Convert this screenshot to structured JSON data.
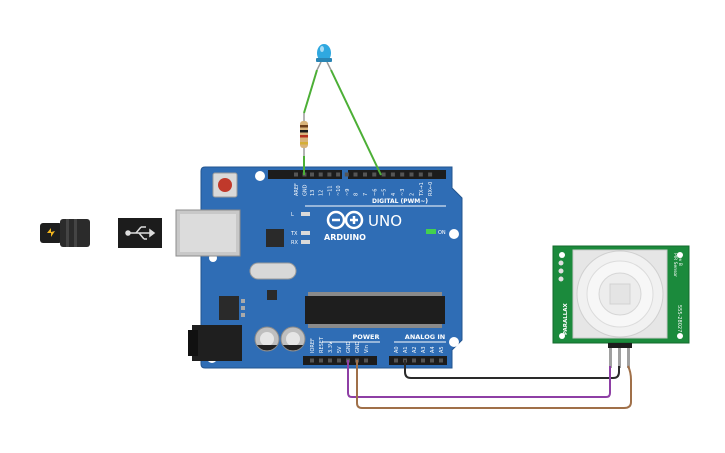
{
  "board": {
    "brand": "ARDUINO",
    "model": "UNO",
    "digital_header_label": "DIGITAL (PWM~)",
    "power_label": "POWER",
    "analog_label": "ANALOG IN",
    "on_label": "ON",
    "led_labels": [
      "L",
      "TX",
      "RX"
    ],
    "top_pins": [
      "AREF",
      "GND",
      "13",
      "12",
      "~11",
      "~10",
      "~9",
      "8",
      "7",
      "~6",
      "~5",
      "4",
      "~3",
      "2",
      "TX→1",
      "RX←0"
    ],
    "power_pins": [
      "IOREF",
      "RESET",
      "3.3V",
      "5V",
      "GND",
      "GND",
      "Vin"
    ],
    "analog_pins": [
      "A0",
      "A1",
      "A2",
      "A3",
      "A4",
      "A5"
    ]
  },
  "sensor": {
    "left_label": "PARALLAX",
    "right_label_1": "PIR Sensor",
    "right_label_2": "Rev B",
    "right_label_3": "555-28027"
  },
  "colors": {
    "board": "#2f6db5",
    "board_dark": "#23558f",
    "sensor_pcb": "#1b8a3c",
    "wire_led": "#4caf36",
    "wire_black": "#2a2a2a",
    "wire_purple": "#8e3fa5",
    "wire_brown": "#a07049",
    "led": "#2fa8e0"
  }
}
